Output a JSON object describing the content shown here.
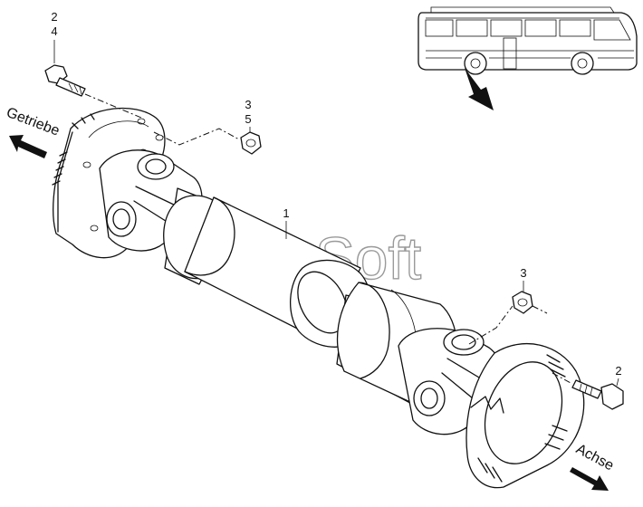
{
  "diagram": {
    "watermark": "AutoSoft",
    "direction_labels": {
      "gearbox": "Getriebe",
      "axle": "Achse"
    },
    "callouts": {
      "bolt_left": [
        "2",
        "4"
      ],
      "nut_left": [
        "3",
        "5"
      ],
      "shaft": [
        "1"
      ],
      "nut_right": [
        "3"
      ],
      "bolt_right": [
        "2"
      ]
    },
    "icons": {
      "locator": "bus-locator-icon",
      "arrow": "direction-arrow-icon"
    }
  }
}
